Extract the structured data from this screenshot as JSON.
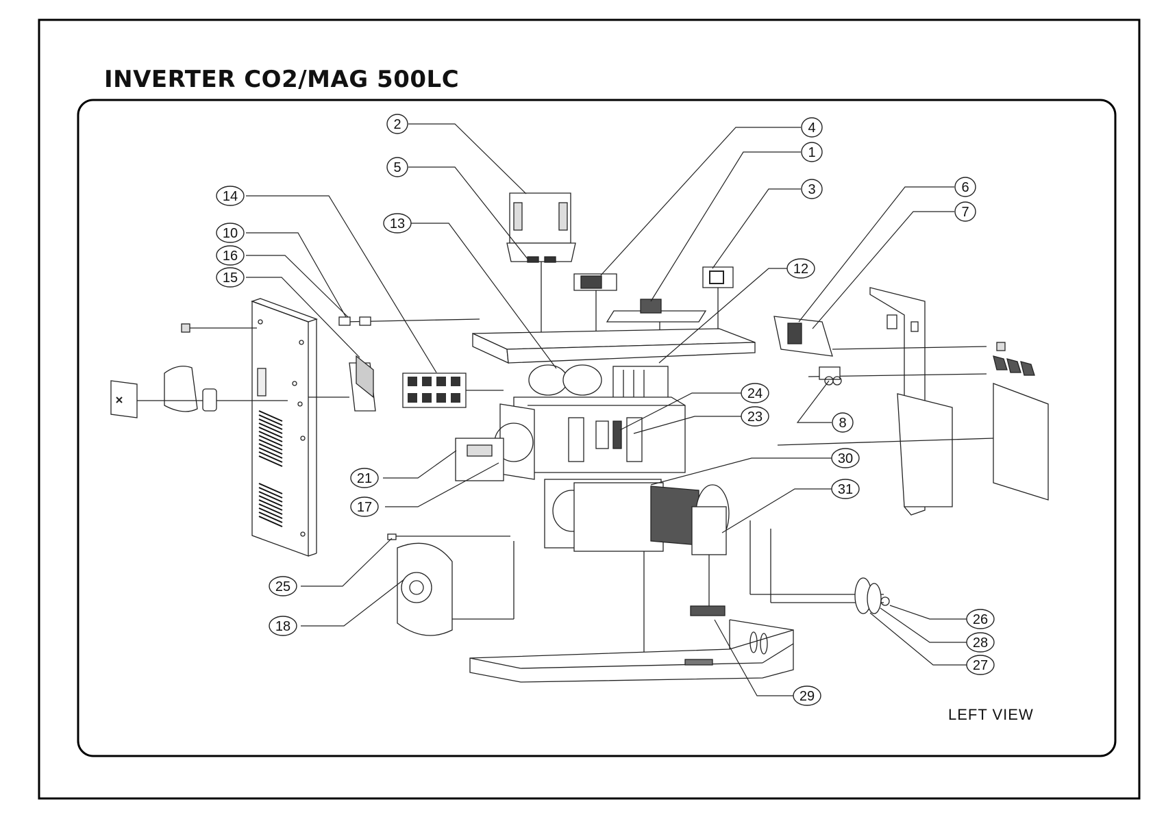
{
  "title": "INVERTER CO2/MAG 500LC",
  "view_label": "LEFT VIEW",
  "callouts": [
    "1",
    "2",
    "3",
    "4",
    "5",
    "6",
    "7",
    "8",
    "10",
    "12",
    "13",
    "14",
    "15",
    "16",
    "17",
    "18",
    "21",
    "23",
    "24",
    "25",
    "26",
    "27",
    "28",
    "29",
    "30",
    "31"
  ]
}
